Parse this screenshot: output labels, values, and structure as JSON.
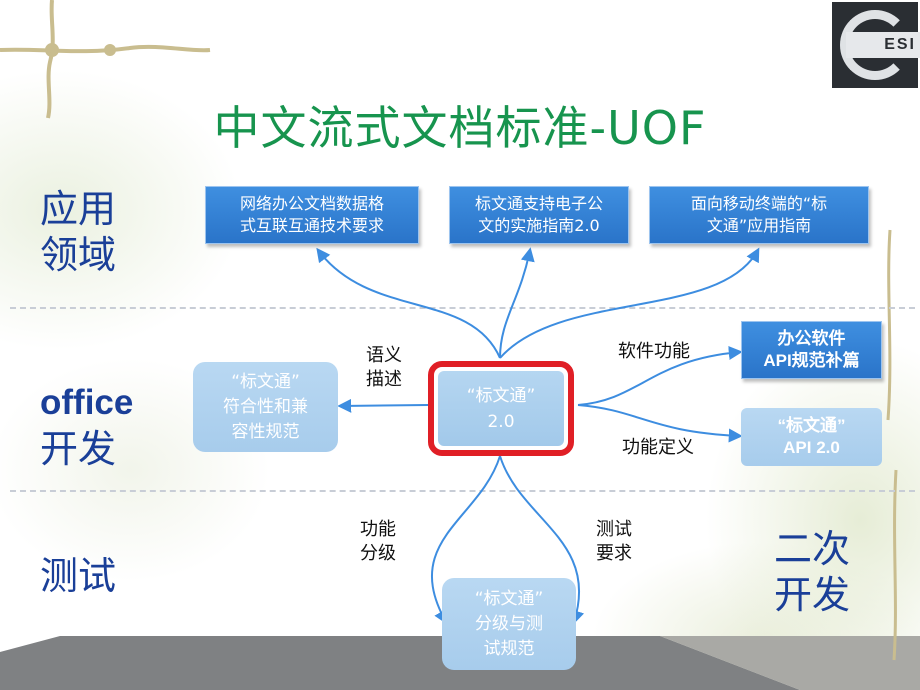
{
  "slide": {
    "title": "中文流式文档标准-UOF",
    "logo_text": "ESI"
  },
  "rows": {
    "application": [
      "应用",
      "领域"
    ],
    "office": [
      "office",
      "开发"
    ],
    "testing": "测试",
    "secondary": [
      "二次",
      "开发"
    ]
  },
  "nodes": {
    "top_left": [
      "网络办公文档数据格",
      "式互联互通技术要求"
    ],
    "top_mid": [
      "标文通支持电子公",
      "文的实施指南2.0"
    ],
    "top_right": [
      "面向移动终端的“标",
      "文通”应用指南"
    ],
    "center": [
      "“标文通”",
      "2.0"
    ],
    "left": [
      "“标文通”",
      "符合性和兼",
      "容性规范"
    ],
    "right_top": [
      "办公软件",
      "API规范补篇"
    ],
    "right_bottom": [
      "“标文通”",
      "API 2.0"
    ],
    "bottom": [
      "“标文通”",
      "分级与测",
      "试规范"
    ]
  },
  "edges": {
    "semantic": [
      "语义",
      "描述"
    ],
    "software_function": "软件功能",
    "function_definition": "功能定义",
    "function_grading": [
      "功能",
      "分级"
    ],
    "test_requirements": [
      "测试",
      "要求"
    ]
  },
  "colors": {
    "title": "#17944e",
    "side_labels": "#1a3f98",
    "box_solid": "#2f7fd4",
    "box_faded": "#b0d1ee",
    "center_border": "#e01f26",
    "arrow": "#3d8de0"
  }
}
